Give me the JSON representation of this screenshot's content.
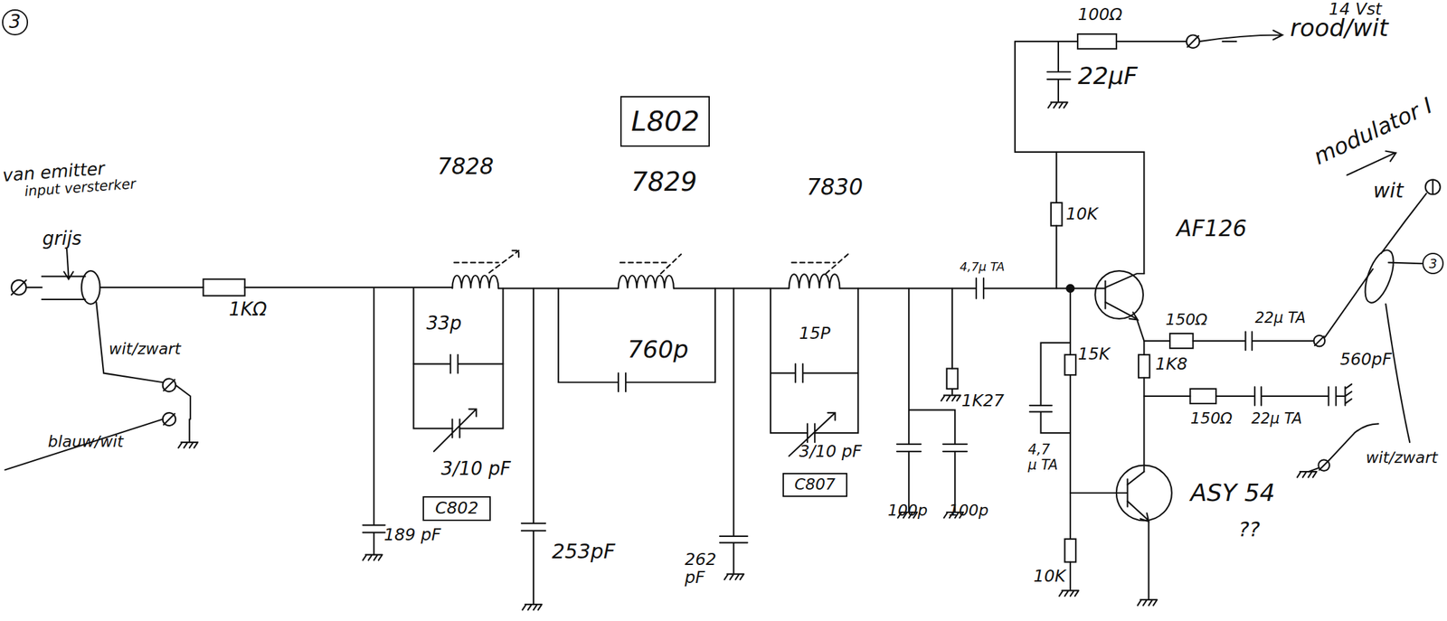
{
  "diagram": {
    "nodes": [
      {
        "text": [
          "3"
        ]
      },
      {
        "text": [
          "L802"
        ]
      },
      {
        "text": [
          "C802"
        ]
      },
      {
        "text": [
          "C807"
        ]
      },
      {
        "text": [
          "3"
        ]
      }
    ],
    "labels": [
      "van emitter",
      "input versterker",
      "grijs",
      "wit/zwart",
      "blauw/wit",
      "1KΩ",
      "7828",
      "7829",
      "7830",
      "33p",
      "3/10 pF",
      "189 pF",
      "760p",
      "253pF",
      "262 pF",
      "15P",
      "3/10 pF",
      "100p",
      "100p",
      "4,7µ TA",
      "1K27",
      "10K",
      "15K",
      "4,7 µ TA",
      "10K",
      "AF126",
      "1K8",
      "150Ω",
      "150Ω",
      "22µ TA",
      "22µ TA",
      "560pF",
      "ASY 54",
      "??",
      "100Ω",
      "22µF",
      "14 Vst",
      "rood/wit",
      "modulator I",
      "wit",
      "wit/zwart"
    ]
  }
}
